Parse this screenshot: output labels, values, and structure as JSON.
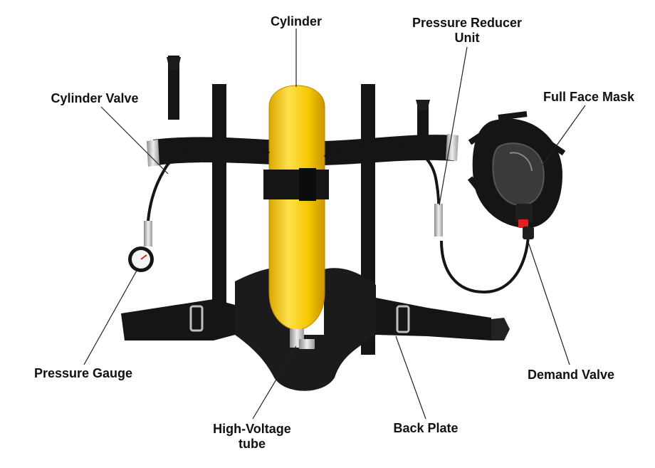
{
  "labels": {
    "cylinder": "Cylinder",
    "pressure_reducer": {
      "line1": "Pressure Reducer",
      "line2": "Unit"
    },
    "cylinder_valve": "Cylinder Valve",
    "full_face_mask": "Full Face Mask",
    "pressure_gauge": "Pressure Gauge",
    "demand_valve": "Demand Valve",
    "high_voltage_tube": {
      "line1": "High-Voltage",
      "line2": "tube"
    },
    "back_plate": "Back Plate"
  },
  "colors": {
    "cylinder_yellow": "#f5cc00",
    "harness_black": "#151515",
    "metal_silver": "#c8c8c8",
    "demand_valve_red": "#e02020",
    "leader_line": "#222222"
  }
}
